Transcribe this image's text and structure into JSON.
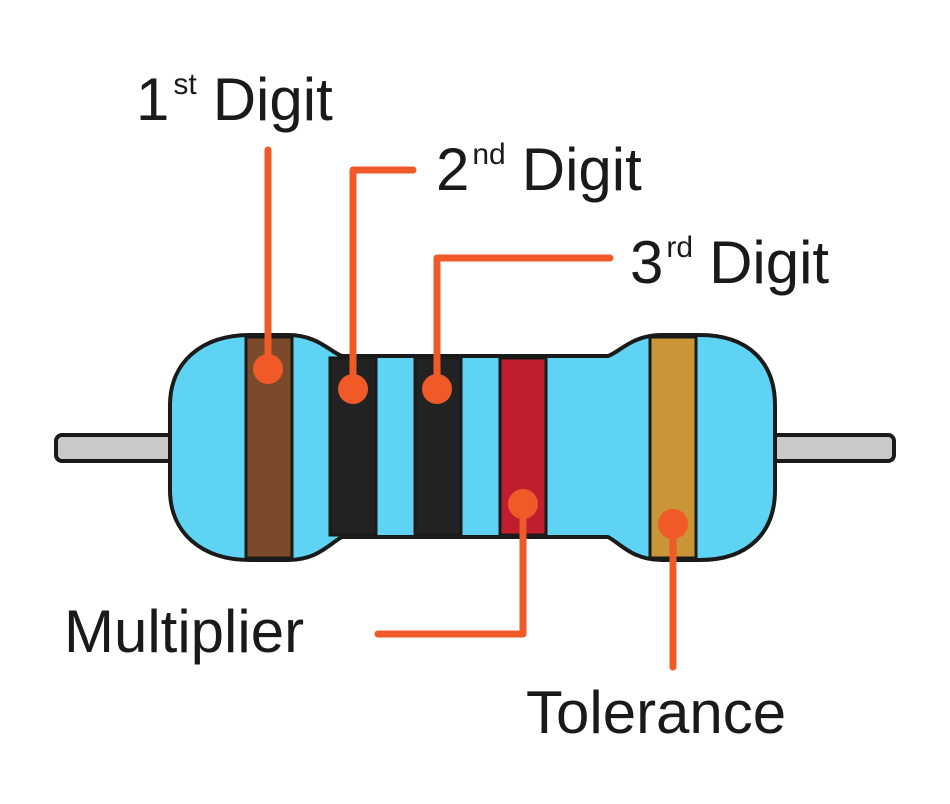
{
  "diagram": {
    "subject": "resistor-color-code",
    "labels": {
      "first_digit": {
        "num": "1",
        "sup": "st",
        "word": "Digit"
      },
      "second_digit": {
        "num": "2",
        "sup": "nd",
        "word": "Digit"
      },
      "third_digit": {
        "num": "3",
        "sup": "rd",
        "word": "Digit"
      },
      "multiplier": "Multiplier",
      "tolerance": "Tolerance"
    },
    "bands": {
      "first_digit": "brown",
      "second_digit": "black",
      "third_digit": "black",
      "multiplier": "red",
      "tolerance": "gold"
    },
    "colors": {
      "body": "#5ed3f3",
      "outline": "#1a1a1a",
      "lead": "#c9c9c9",
      "leader_line": "#f05a28",
      "brown": "#7a4a2a",
      "black": "#222222",
      "red": "#be1e2d",
      "gold": "#c99536"
    }
  }
}
